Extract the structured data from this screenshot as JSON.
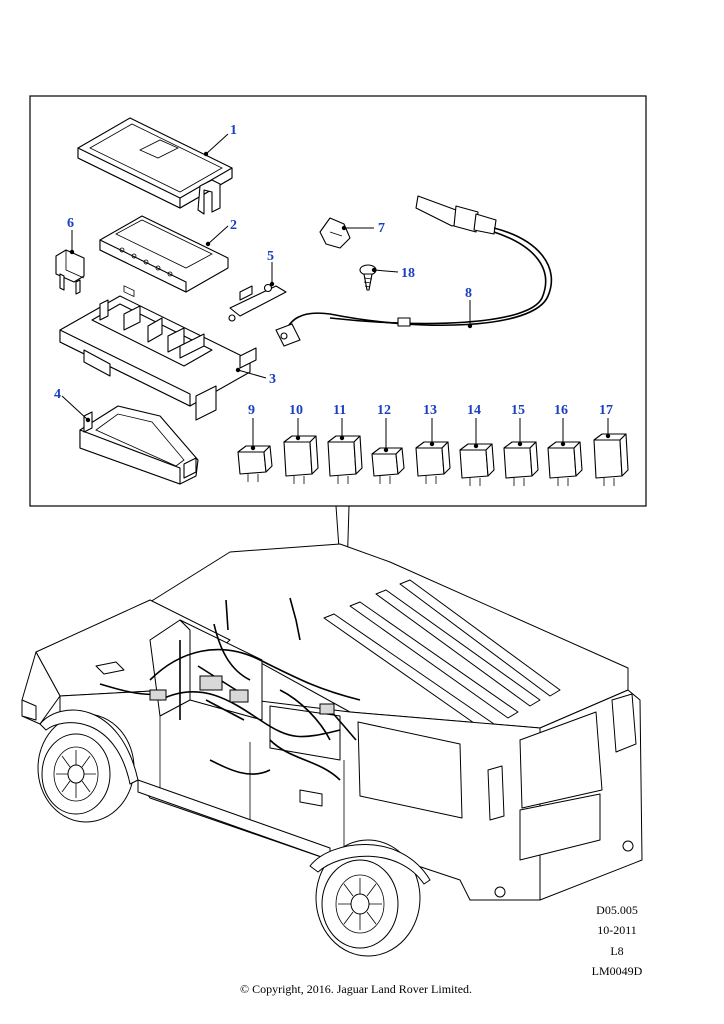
{
  "callouts": {
    "c1": "1",
    "c2": "2",
    "c3": "3",
    "c4": "4",
    "c5": "5",
    "c6": "6",
    "c7": "7",
    "c8": "8",
    "c9": "9",
    "c10": "10",
    "c11": "11",
    "c12": "12",
    "c13": "13",
    "c14": "14",
    "c15": "15",
    "c16": "16",
    "c17": "17",
    "c18": "18"
  },
  "reference": {
    "code": "D05.005",
    "date": "10-2011",
    "level": "L8",
    "illustration": "LM0049D"
  },
  "copyright": "© Copyright, 2016. Jaguar Land Rover Limited.",
  "colors": {
    "callout": "#1a3fbf",
    "line": "#000000",
    "background": "#ffffff"
  }
}
